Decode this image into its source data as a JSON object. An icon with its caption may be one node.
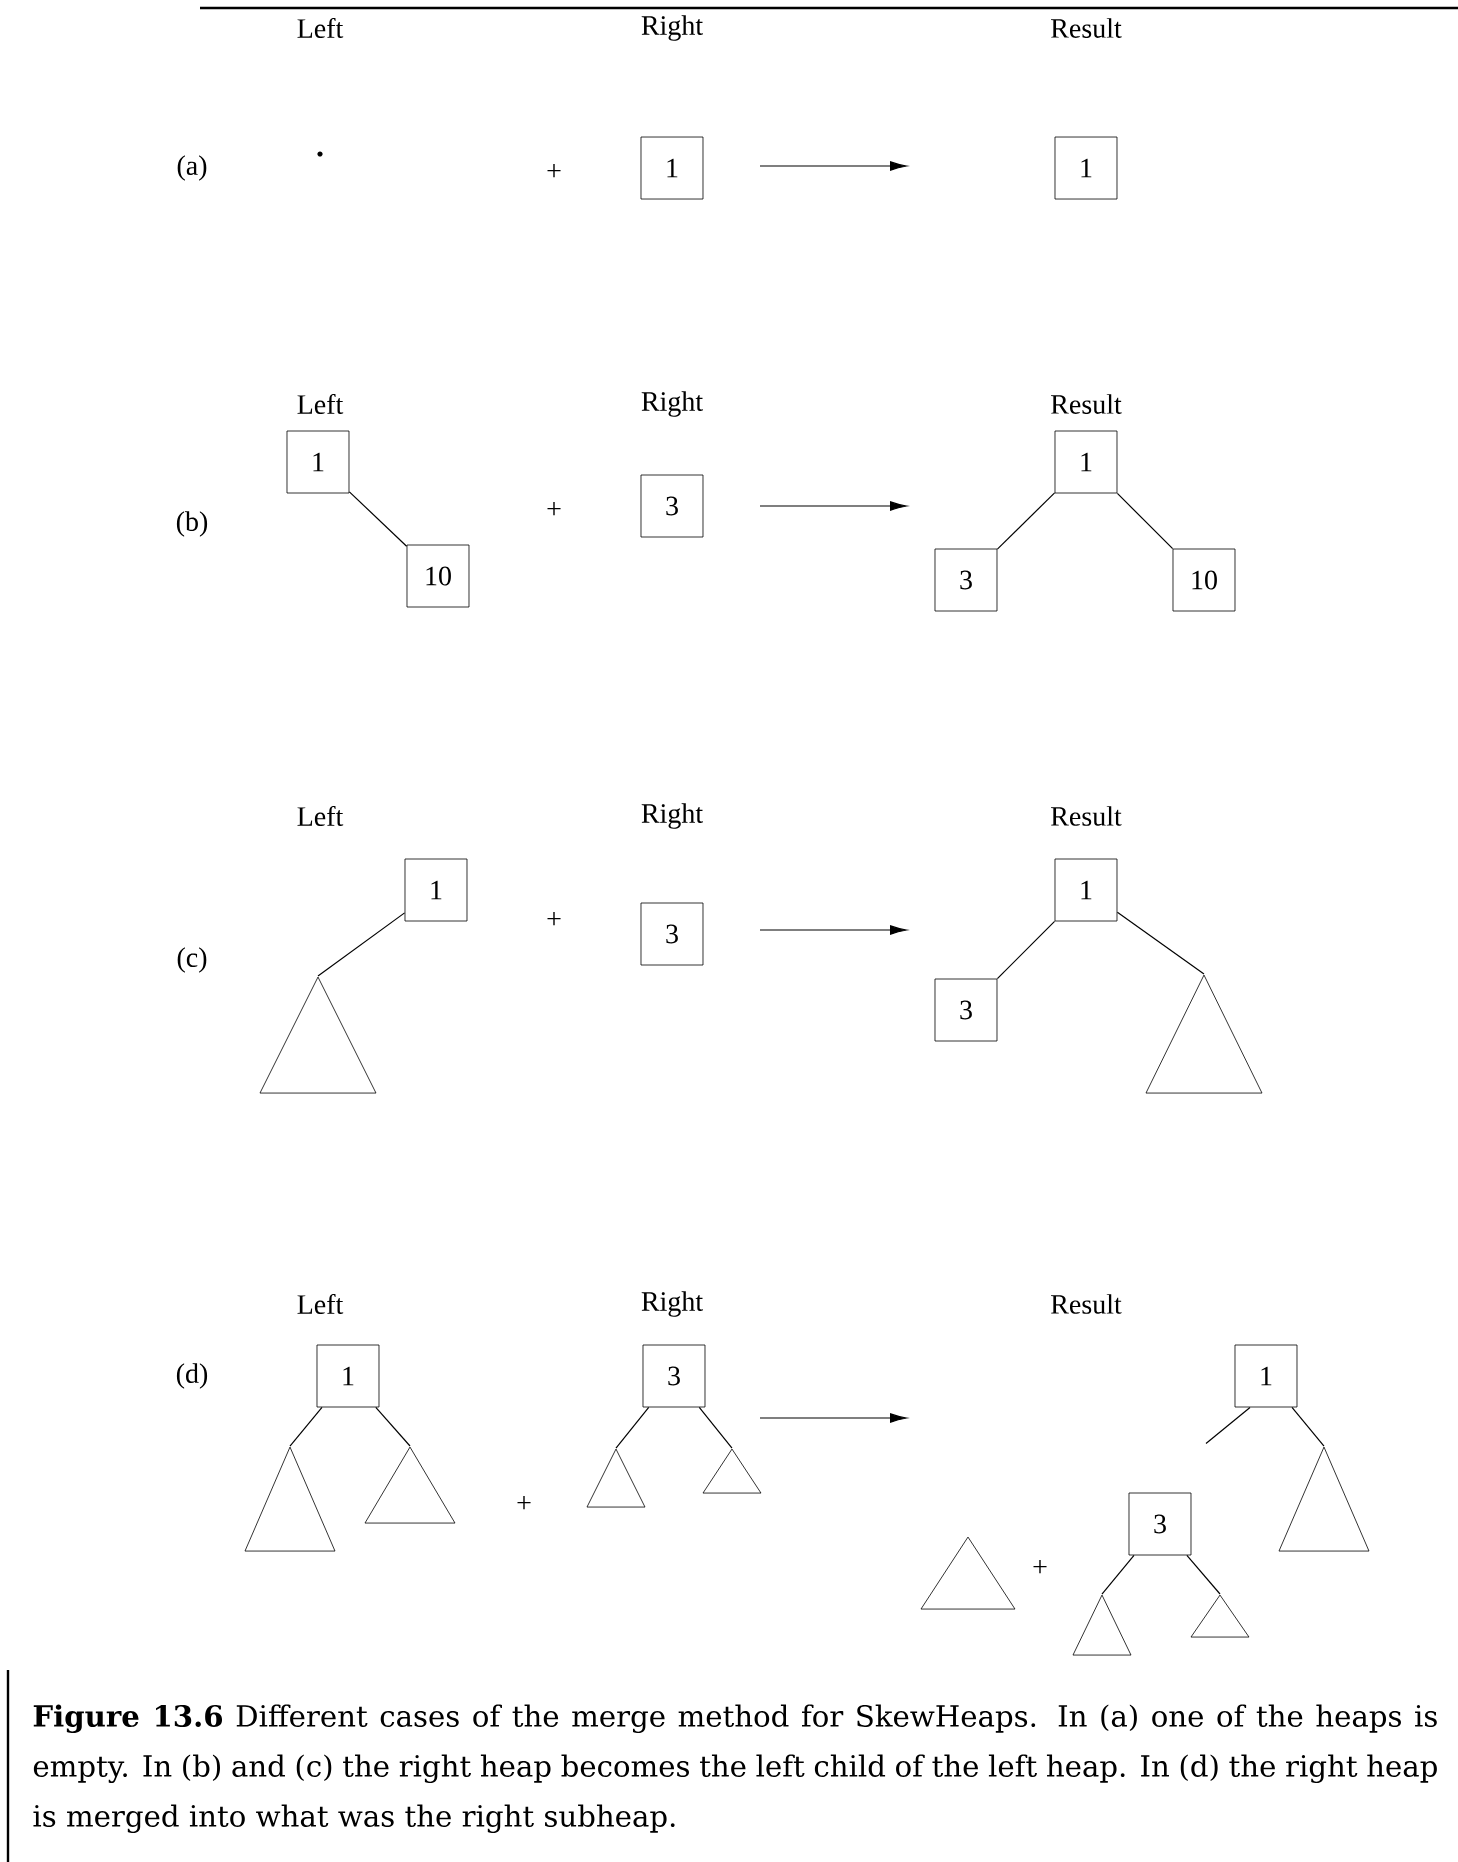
{
  "diagram": {
    "caption": "**Figure 13.6** Different cases of the merge method for SkewHeaps. In (a) one of the heaps is empty. In (b) and (c) the right heap becomes the left child of the left heap. In (d) the right heap is merged into what was the right subheap.",
    "nodes": [
      {
        "text": [
          "1"
        ]
      },
      {
        "text": [
          "1"
        ]
      },
      {
        "text": [
          "1"
        ]
      },
      {
        "text": [
          "10"
        ]
      },
      {
        "text": [
          "3"
        ]
      },
      {
        "text": [
          "1"
        ]
      },
      {
        "text": [
          "3"
        ]
      },
      {
        "text": [
          "10"
        ]
      },
      {
        "text": [
          "1"
        ]
      },
      {
        "text": [],
        "shape": "triangle"
      },
      {
        "text": [
          "3"
        ]
      },
      {
        "text": [
          "1"
        ]
      },
      {
        "text": [
          "3"
        ]
      },
      {
        "text": [],
        "shape": "triangle"
      },
      {
        "text": [
          "1"
        ]
      },
      {
        "text": [],
        "shape": "triangle"
      },
      {
        "text": [],
        "shape": "triangle"
      },
      {
        "text": [
          "3"
        ]
      },
      {
        "text": [],
        "shape": "triangle"
      },
      {
        "text": [],
        "shape": "triangle"
      },
      {
        "text": [
          "1"
        ]
      },
      {
        "text": [],
        "shape": "triangle"
      },
      {
        "text": [],
        "shape": "triangle"
      },
      {
        "text": [
          "3"
        ]
      },
      {
        "text": [],
        "shape": "triangle"
      },
      {
        "text": [],
        "shape": "triangle"
      }
    ],
    "edges": [
      {
        "from": 2,
        "to": 3,
        "arrow": "none"
      },
      {
        "from": 5,
        "to": 6,
        "arrow": "none"
      },
      {
        "from": 5,
        "to": 7,
        "arrow": "none"
      },
      {
        "from": 8,
        "to": 9,
        "arrow": "none"
      },
      {
        "from": 11,
        "to": 12,
        "arrow": "none"
      },
      {
        "from": 11,
        "to": 13,
        "arrow": "none"
      },
      {
        "from": 14,
        "to": 15,
        "arrow": "none"
      },
      {
        "from": 14,
        "to": 16,
        "arrow": "none"
      },
      {
        "from": 17,
        "to": 18,
        "arrow": "none"
      },
      {
        "from": 17,
        "to": 19,
        "arrow": "none"
      },
      {
        "from": 20,
        "to": null,
        "arrow": "none"
      },
      {
        "from": 20,
        "to": 21,
        "arrow": "none"
      },
      {
        "from": 23,
        "to": 24,
        "arrow": "none"
      },
      {
        "from": 23,
        "to": 25,
        "arrow": "none"
      }
    ],
    "labels": [
      "Left",
      "Right",
      "Result",
      "(a)",
      "+",
      "Left",
      "Right",
      "Result",
      "(b)",
      "+",
      "Left",
      "Right",
      "Result",
      "+",
      "(c)",
      "Left",
      "Right",
      "Result",
      "(d)",
      "+",
      "+"
    ]
  }
}
